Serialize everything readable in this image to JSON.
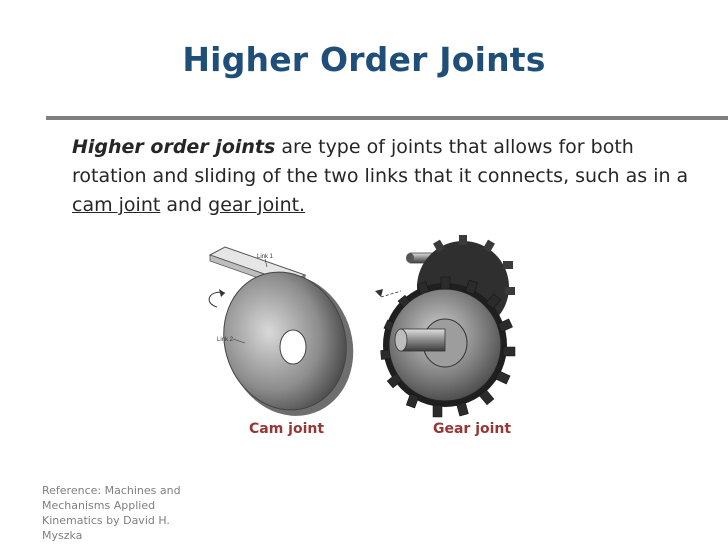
{
  "slide": {
    "title": "Higher Order Joints",
    "body": {
      "term": "Higher order joints",
      "text1": " are type of joints that allows for both rotation and sliding of the two links that it connects, such as in a ",
      "link1": "cam joint",
      "text2": " and ",
      "link2": "gear joint."
    },
    "figure": {
      "label_link1": "Link 1",
      "label_link2": "Link 2"
    },
    "captions": {
      "cam": "Cam joint",
      "gear": "Gear joint"
    },
    "reference": {
      "line1": "Reference: Machines and",
      "line2": "Mechanisms Applied",
      "line3": "Kinematics by David H. Myszka"
    },
    "colors": {
      "title": "#1f4e79",
      "caption": "#953735",
      "rule": "#7f7f7f"
    }
  }
}
